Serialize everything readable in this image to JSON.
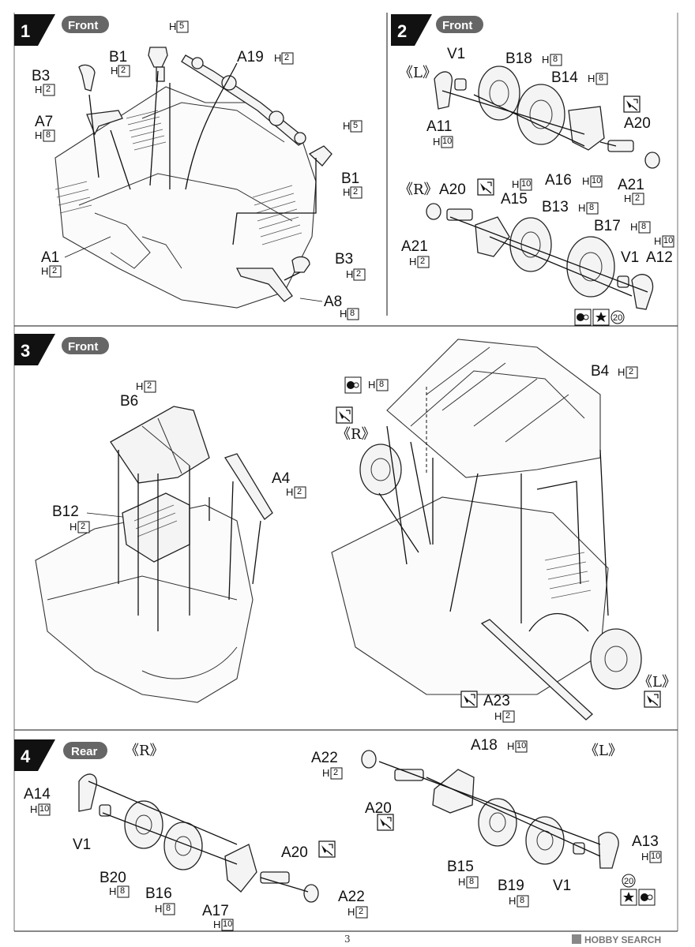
{
  "steps": [
    {
      "number": "1",
      "tag": "Front"
    },
    {
      "number": "2",
      "tag": "Front"
    },
    {
      "number": "3",
      "tag": "Front"
    },
    {
      "number": "4",
      "tag": "Rear"
    }
  ],
  "sides": {
    "L": "《L》",
    "R": "《R》"
  },
  "step1": {
    "labels": [
      {
        "part": "B1",
        "h": "2"
      },
      {
        "part": "",
        "h": "5"
      },
      {
        "part": "A19",
        "h": "2"
      },
      {
        "part": "B3",
        "h": "2"
      },
      {
        "part": "A7",
        "h": "8"
      },
      {
        "part": "",
        "h": "5"
      },
      {
        "part": "B1",
        "h": "2"
      },
      {
        "part": "A1",
        "h": "2"
      },
      {
        "part": "B3",
        "h": "2"
      },
      {
        "part": "A8",
        "h": "8"
      }
    ]
  },
  "step2": {
    "labels": [
      {
        "part": "V1",
        "h": ""
      },
      {
        "part": "B18",
        "h": "8"
      },
      {
        "part": "B14",
        "h": "8"
      },
      {
        "part": "A20",
        "h": ""
      },
      {
        "part": "A11",
        "h": "10"
      },
      {
        "part": "A16",
        "h": "10"
      },
      {
        "part": "A21",
        "h": "2"
      },
      {
        "part": "A20",
        "h": ""
      },
      {
        "part": "",
        "h": "10"
      },
      {
        "part": "A15",
        "h": ""
      },
      {
        "part": "B13",
        "h": "8"
      },
      {
        "part": "B17",
        "h": "8"
      },
      {
        "part": "A21",
        "h": "2"
      },
      {
        "part": "",
        "h": "10"
      },
      {
        "part": "V1",
        "h": ""
      },
      {
        "part": "A12",
        "h": ""
      }
    ],
    "circled_number": "20"
  },
  "step3": {
    "labels": [
      {
        "part": "",
        "h": "2"
      },
      {
        "part": "B6",
        "h": ""
      },
      {
        "part": "A4",
        "h": "2"
      },
      {
        "part": "B12",
        "h": "2"
      },
      {
        "part": "",
        "h": "8"
      },
      {
        "part": "B4",
        "h": "2"
      },
      {
        "part": "A23",
        "h": "2"
      }
    ]
  },
  "step4": {
    "labels": [
      {
        "part": "A14",
        "h": "10"
      },
      {
        "part": "V1",
        "h": ""
      },
      {
        "part": "B20",
        "h": "8"
      },
      {
        "part": "B16",
        "h": "8"
      },
      {
        "part": "A17",
        "h": "10"
      },
      {
        "part": "A20",
        "h": ""
      },
      {
        "part": "A22",
        "h": "2"
      },
      {
        "part": "A22",
        "h": "2"
      },
      {
        "part": "A18",
        "h": "10"
      },
      {
        "part": "A20",
        "h": ""
      },
      {
        "part": "B15",
        "h": "8"
      },
      {
        "part": "B19",
        "h": "8"
      },
      {
        "part": "V1",
        "h": ""
      },
      {
        "part": "A13",
        "h": "10"
      }
    ],
    "circled_number": "20"
  },
  "footer": {
    "page_number": "3",
    "watermark": "HOBBY SEARCH"
  },
  "icons": [
    "cement-icon",
    "paint-black-icon",
    "star-mark-icon",
    "circled-number-icon"
  ]
}
